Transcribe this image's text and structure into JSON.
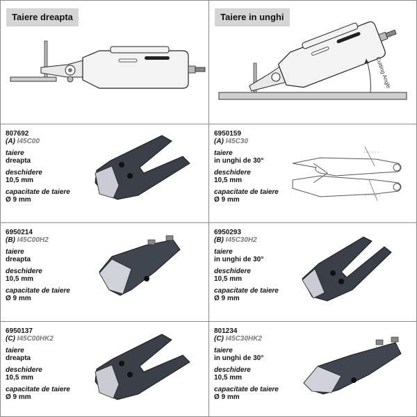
{
  "headers": {
    "left_title": "Taiere dreapta",
    "right_title": "Taiere in unghi",
    "angle_label": "Cutting Angle"
  },
  "products": [
    {
      "code": "807692",
      "type_letter": "(A)",
      "model": "I45C00",
      "cut_label": "taiere",
      "cut_value": "dreapta",
      "opening_label": "deschidere",
      "opening_value": "10,5 mm",
      "capacity_label": "capacitate de taiere",
      "capacity_value": "Ø 9 mm"
    },
    {
      "code": "6950159",
      "type_letter": "(A)",
      "model": "I45C30",
      "cut_label": "taiere",
      "cut_value": "in unghi de 30°",
      "opening_label": "deschidere",
      "opening_value": "10,5 mm",
      "capacity_label": "capacitate de taiere",
      "capacity_value": "Ø 9 mm"
    },
    {
      "code": "6950214",
      "type_letter": "(B)",
      "model": "I45C00H2",
      "cut_label": "taiere",
      "cut_value": "dreapta",
      "opening_label": "deschidere",
      "opening_value": "10,5 mm",
      "capacity_label": "capacitate de taiere",
      "capacity_value": "Ø 9 mm"
    },
    {
      "code": "6950293",
      "type_letter": "(B)",
      "model": "I45C30H2",
      "cut_label": "taiere",
      "cut_value": "in unghi de 30°",
      "opening_label": "deschidere",
      "opening_value": "10,5 mm",
      "capacity_label": "capacitate de taiere",
      "capacity_value": "Ø 9 mm"
    },
    {
      "code": "6950137",
      "type_letter": "(C)",
      "model": "I45C00HK2",
      "cut_label": "taiere",
      "cut_value": "dreapta",
      "opening_label": "deschidere",
      "opening_value": "10,5 mm",
      "capacity_label": "capacitate de taiere",
      "capacity_value": "Ø 9 mm"
    },
    {
      "code": "801234",
      "type_letter": "(C)",
      "model": "I45C30HK2",
      "cut_label": "taiere",
      "cut_value": "in unghi de 30°",
      "opening_label": "deschidere",
      "opening_value": "10,5 mm",
      "capacity_label": "capacitate de taiere",
      "capacity_value": "Ø 9 mm"
    }
  ]
}
